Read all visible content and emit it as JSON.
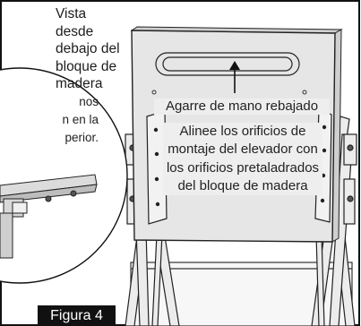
{
  "caption": "Vista desde debajo del bloque de madera",
  "handgrip_label": "Agarre de mano rebajado",
  "instruction": "Alinee los orificios de montaje del elevador con los orificios pretaladrados del bloque de madera",
  "inset_text": [
    "nos",
    "n en la",
    "perior."
  ],
  "figure_label": "Figura 4",
  "colors": {
    "board": "#e6e6e6",
    "outline": "#222222",
    "frame_border": "#111111",
    "figure_tab": "#111111"
  }
}
